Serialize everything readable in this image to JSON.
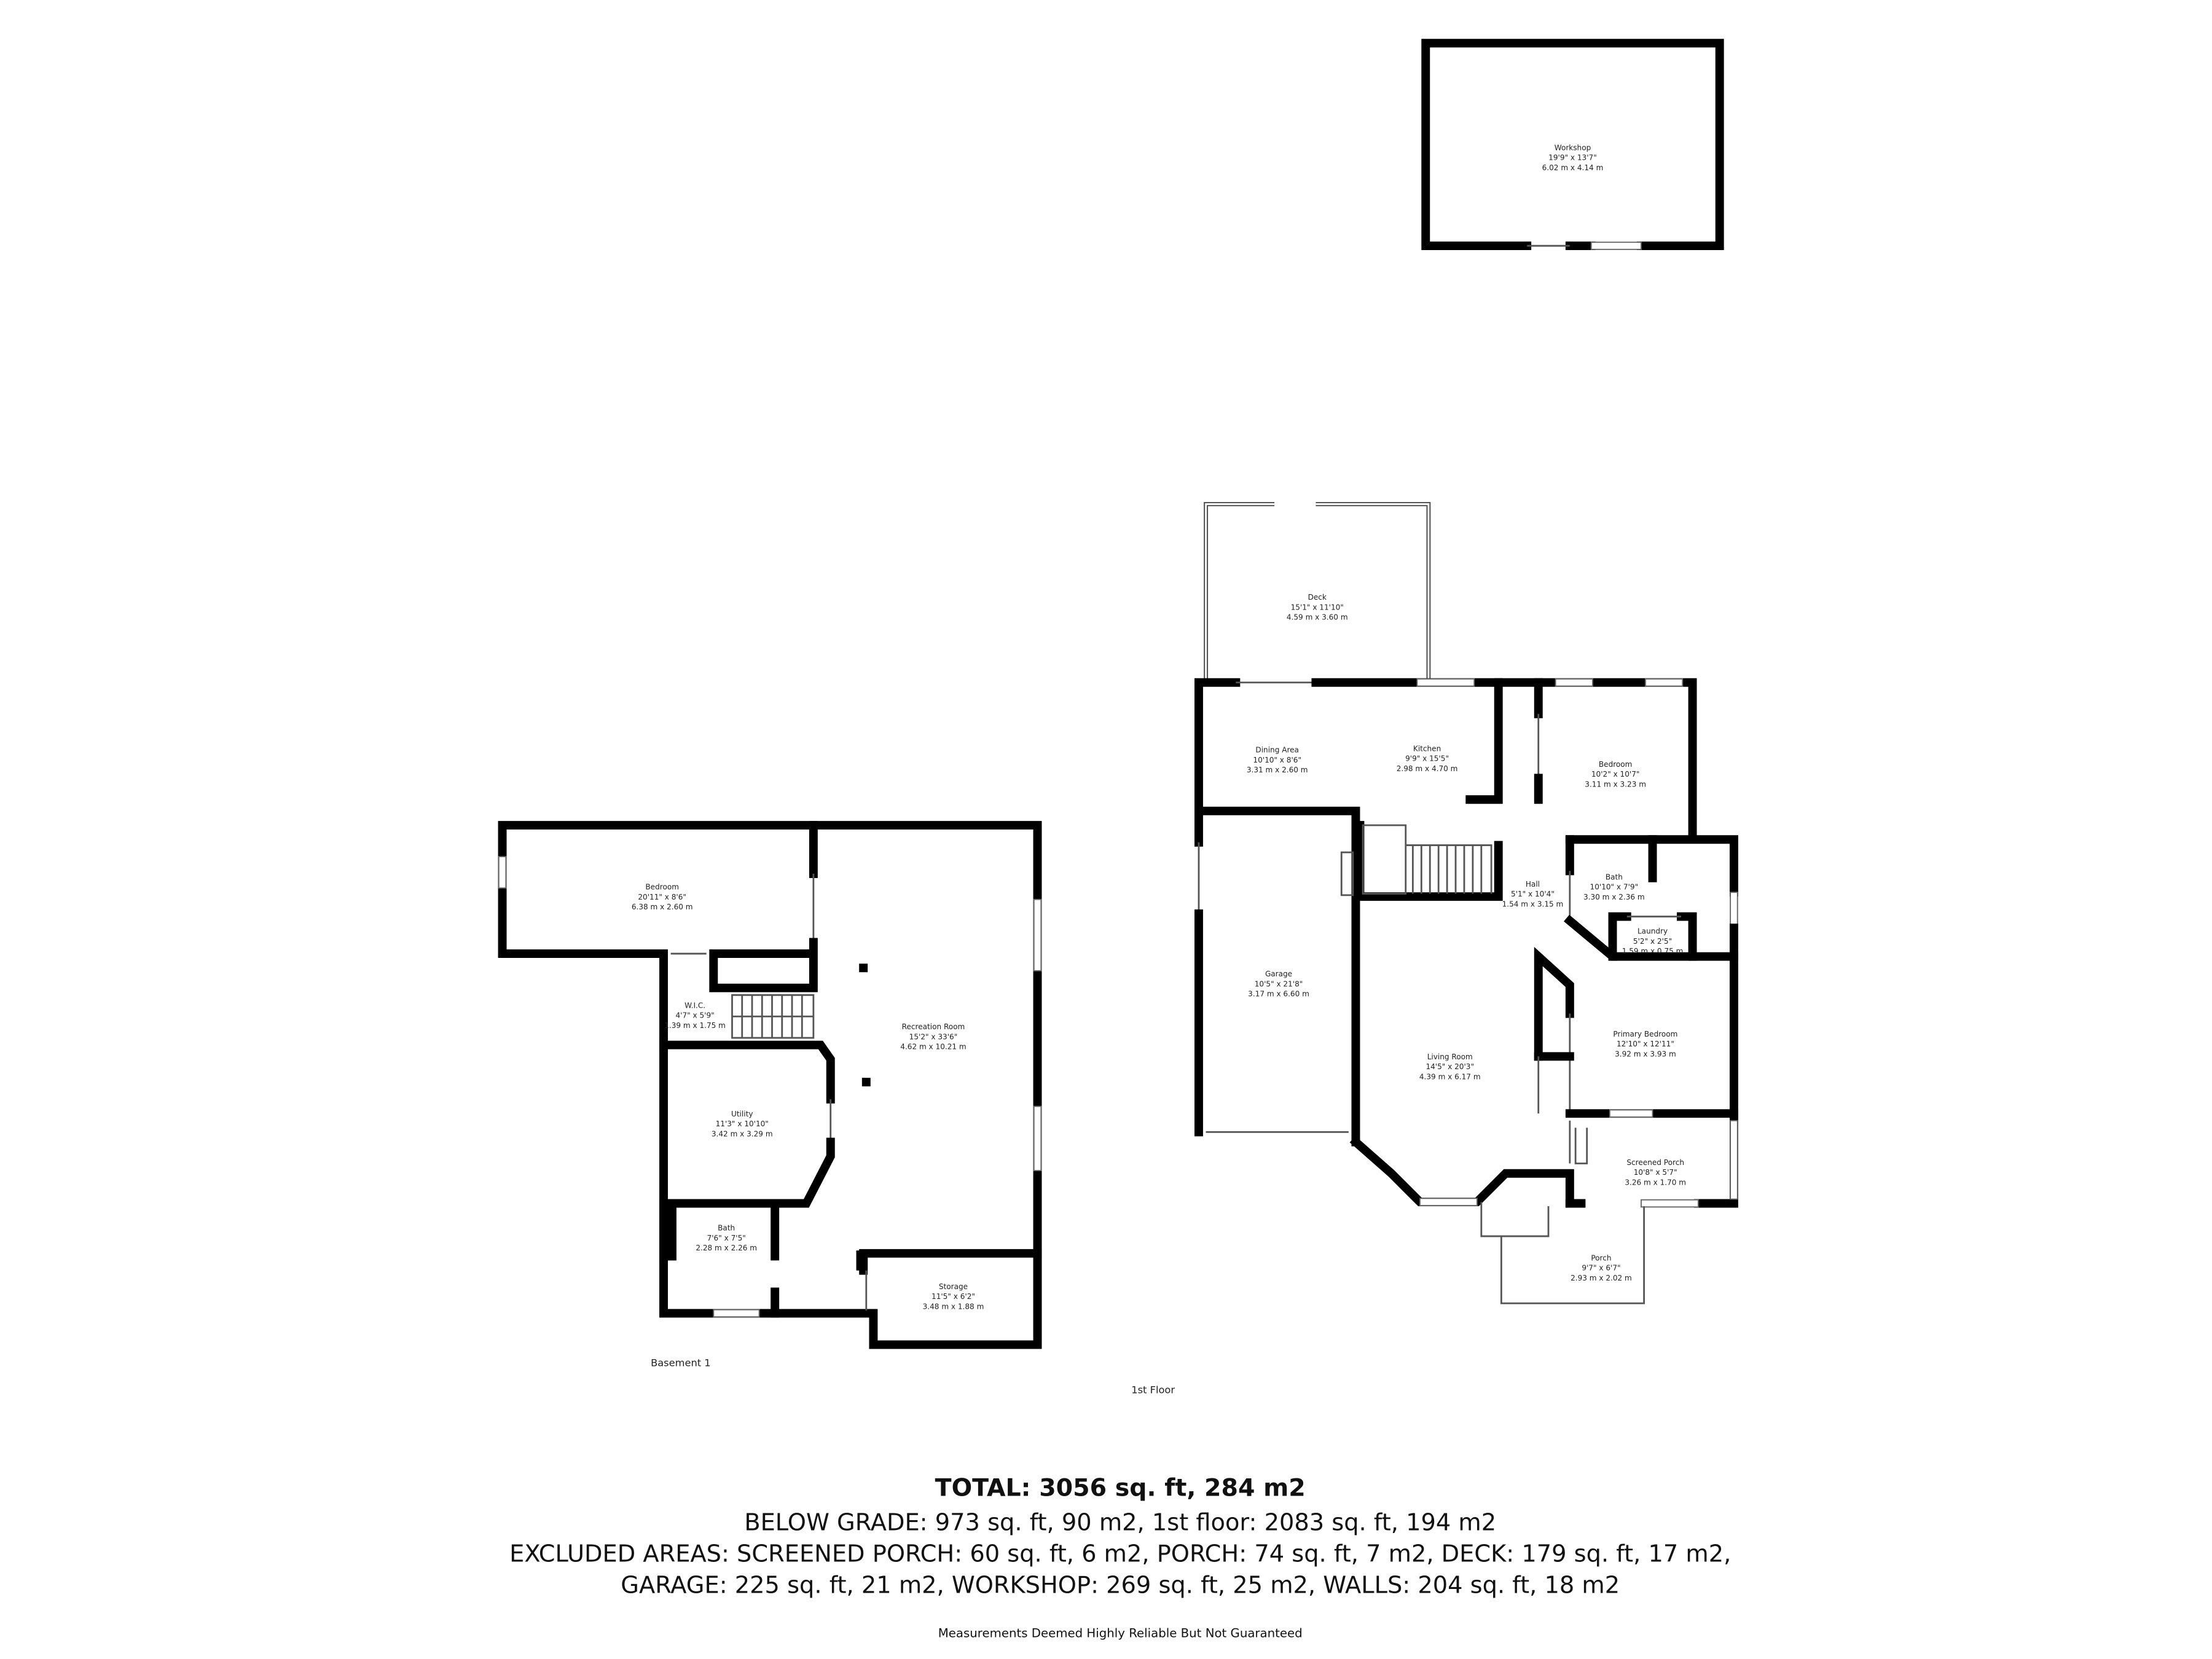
{
  "workshop": {
    "name": "Workshop",
    "imperial": "19'9\" x 13'7\"",
    "metric": "6.02 m x 4.14 m"
  },
  "basement": {
    "label": "Basement 1",
    "rooms": [
      {
        "name": "Bedroom",
        "imperial": "20'11\" x 8'6\"",
        "metric": "6.38 m x 2.60 m"
      },
      {
        "name": "Recreation Room",
        "imperial": "15'2\" x 33'6\"",
        "metric": "4.62 m x 10.21 m"
      },
      {
        "name": "W.I.C.",
        "imperial": "4'7\" x 5'9\"",
        "metric": "1.39 m x 1.75 m"
      },
      {
        "name": "Utility",
        "imperial": "11'3\" x 10'10\"",
        "metric": "3.42 m x 3.29 m"
      },
      {
        "name": "Bath",
        "imperial": "7'6\" x 7'5\"",
        "metric": "2.28 m x 2.26 m"
      },
      {
        "name": "Storage",
        "imperial": "11'5\" x 6'2\"",
        "metric": "3.48 m x 1.88 m"
      }
    ]
  },
  "first_floor": {
    "label": "1st Floor",
    "rooms": [
      {
        "name": "Deck",
        "imperial": "15'1\" x 11'10\"",
        "metric": "4.59 m x 3.60 m"
      },
      {
        "name": "Dining Area",
        "imperial": "10'10\" x 8'6\"",
        "metric": "3.31 m x 2.60 m"
      },
      {
        "name": "Kitchen",
        "imperial": "9'9\" x 15'5\"",
        "metric": "2.98 m x 4.70 m"
      },
      {
        "name": "Bedroom",
        "imperial": "10'2\" x 10'7\"",
        "metric": "3.11 m x 3.23 m"
      },
      {
        "name": "Hall",
        "imperial": "5'1\" x 10'4\"",
        "metric": "1.54 m x 3.15 m"
      },
      {
        "name": "Bath",
        "imperial": "10'10\" x 7'9\"",
        "metric": "3.30 m x 2.36 m"
      },
      {
        "name": "Laundry",
        "imperial": "5'2\" x 2'5\"",
        "metric": "1.59 m x 0.75 m"
      },
      {
        "name": "Garage",
        "imperial": "10'5\" x 21'8\"",
        "metric": "3.17 m x 6.60 m"
      },
      {
        "name": "Living Room",
        "imperial": "14'5\" x 20'3\"",
        "metric": "4.39 m x 6.17 m"
      },
      {
        "name": "Primary Bedroom",
        "imperial": "12'10\" x 12'11\"",
        "metric": "3.92 m x 3.93 m"
      },
      {
        "name": "Screened Porch",
        "imperial": "10'8\" x 5'7\"",
        "metric": "3.26 m x 1.70 m"
      },
      {
        "name": "Porch",
        "imperial": "9'7\" x 6'7\"",
        "metric": "2.93 m x 2.02 m"
      }
    ]
  },
  "summary": {
    "total": "TOTAL: 3056 sq. ft, 284 m2",
    "line1": "BELOW GRADE: 973 sq. ft, 90 m2, 1st floor: 2083 sq. ft, 194 m2",
    "line2": "EXCLUDED AREAS: SCREENED PORCH: 60 sq. ft, 6 m2, PORCH: 74 sq. ft, 7 m2, DECK: 179 sq. ft, 17 m2,",
    "line3": "GARAGE: 225 sq. ft, 21 m2, WORKSHOP: 269 sq. ft, 25 m2, WALLS: 204 sq. ft, 18 m2",
    "disclaimer": "Measurements Deemed Highly Reliable But Not Guaranteed"
  }
}
